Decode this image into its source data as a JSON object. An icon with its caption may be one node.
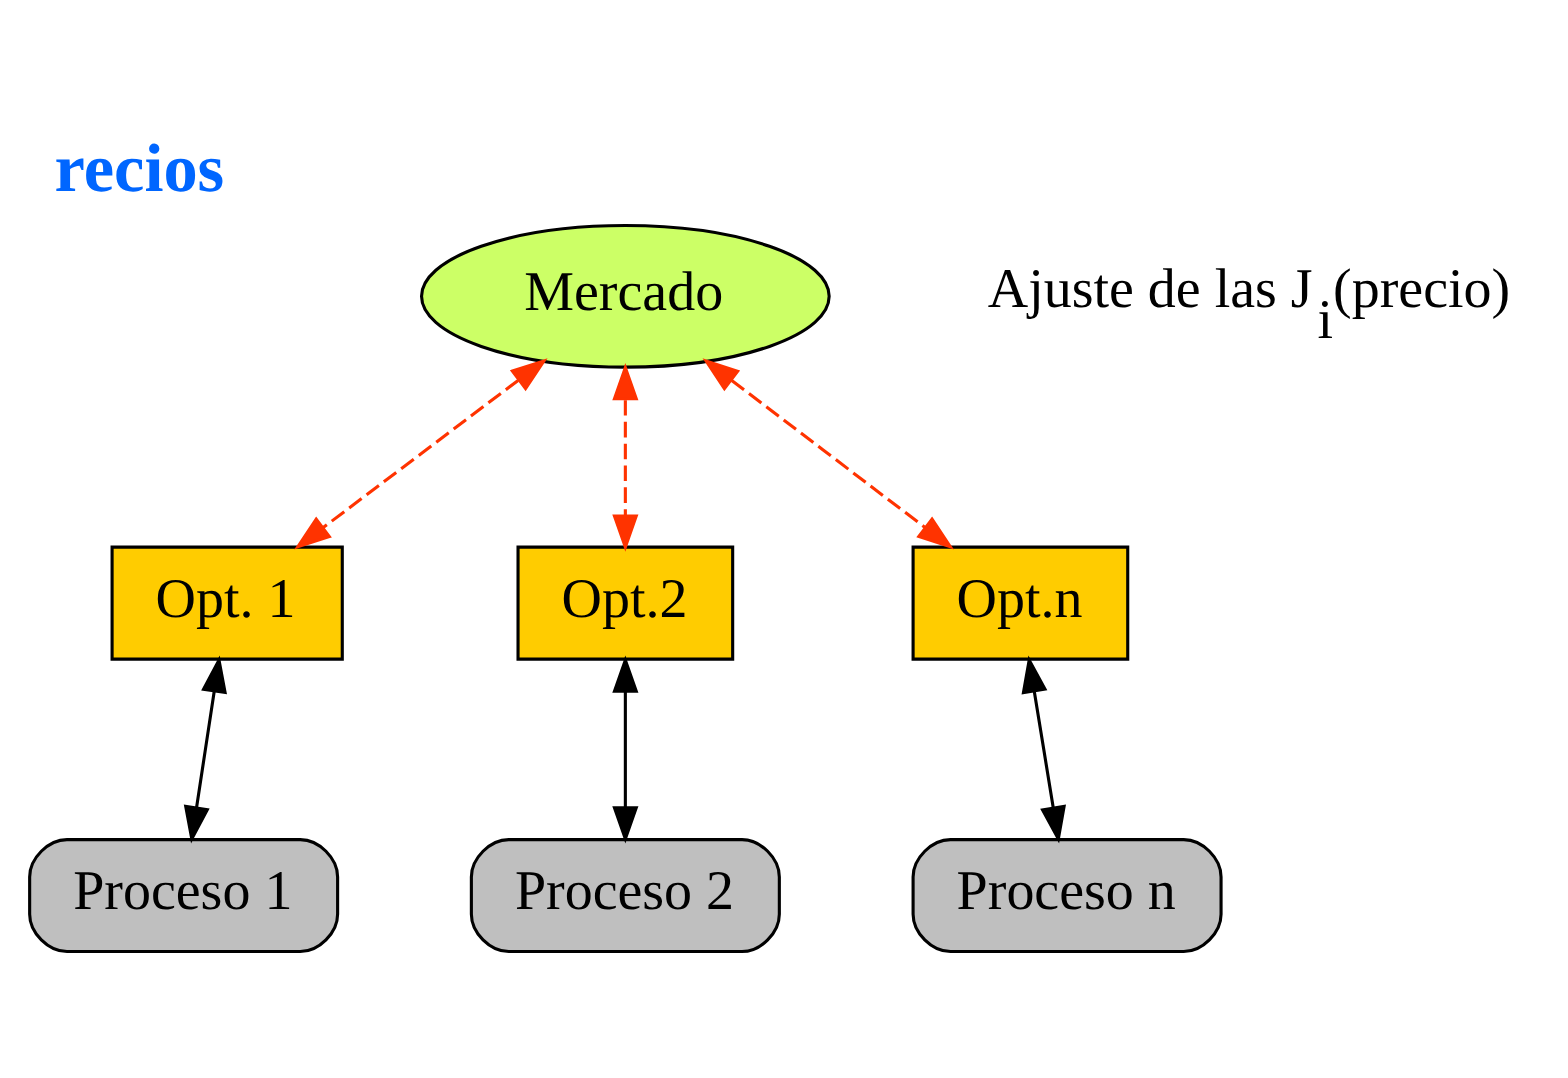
{
  "diagram": {
    "title": "recios",
    "nodes": [
      {
        "text": [
          "Mercado"
        ]
      },
      {
        "text": [
          "Opt. 1"
        ]
      },
      {
        "text": [
          "Opt.2"
        ]
      },
      {
        "text": [
          "Opt.n"
        ]
      },
      {
        "text": [
          "Proceso 1"
        ]
      },
      {
        "text": [
          "Proceso 2"
        ]
      },
      {
        "text": [
          "Proceso n"
        ]
      }
    ],
    "edges": [
      {
        "from": 0,
        "to": 1,
        "arrow": "both",
        "style": "dashed",
        "color": "#ff3300"
      },
      {
        "from": 0,
        "to": 2,
        "arrow": "both",
        "style": "dashed",
        "color": "#ff3300"
      },
      {
        "from": 0,
        "to": 3,
        "arrow": "both",
        "style": "dashed",
        "color": "#ff3300"
      },
      {
        "from": 1,
        "to": 4,
        "arrow": "both",
        "color": "#000000"
      },
      {
        "from": 2,
        "to": 5,
        "arrow": "both",
        "color": "#000000"
      },
      {
        "from": 3,
        "to": 6,
        "arrow": "both",
        "color": "#000000"
      }
    ],
    "labels": [
      "Ajuste de las J$_{i}$(precio)"
    ]
  }
}
